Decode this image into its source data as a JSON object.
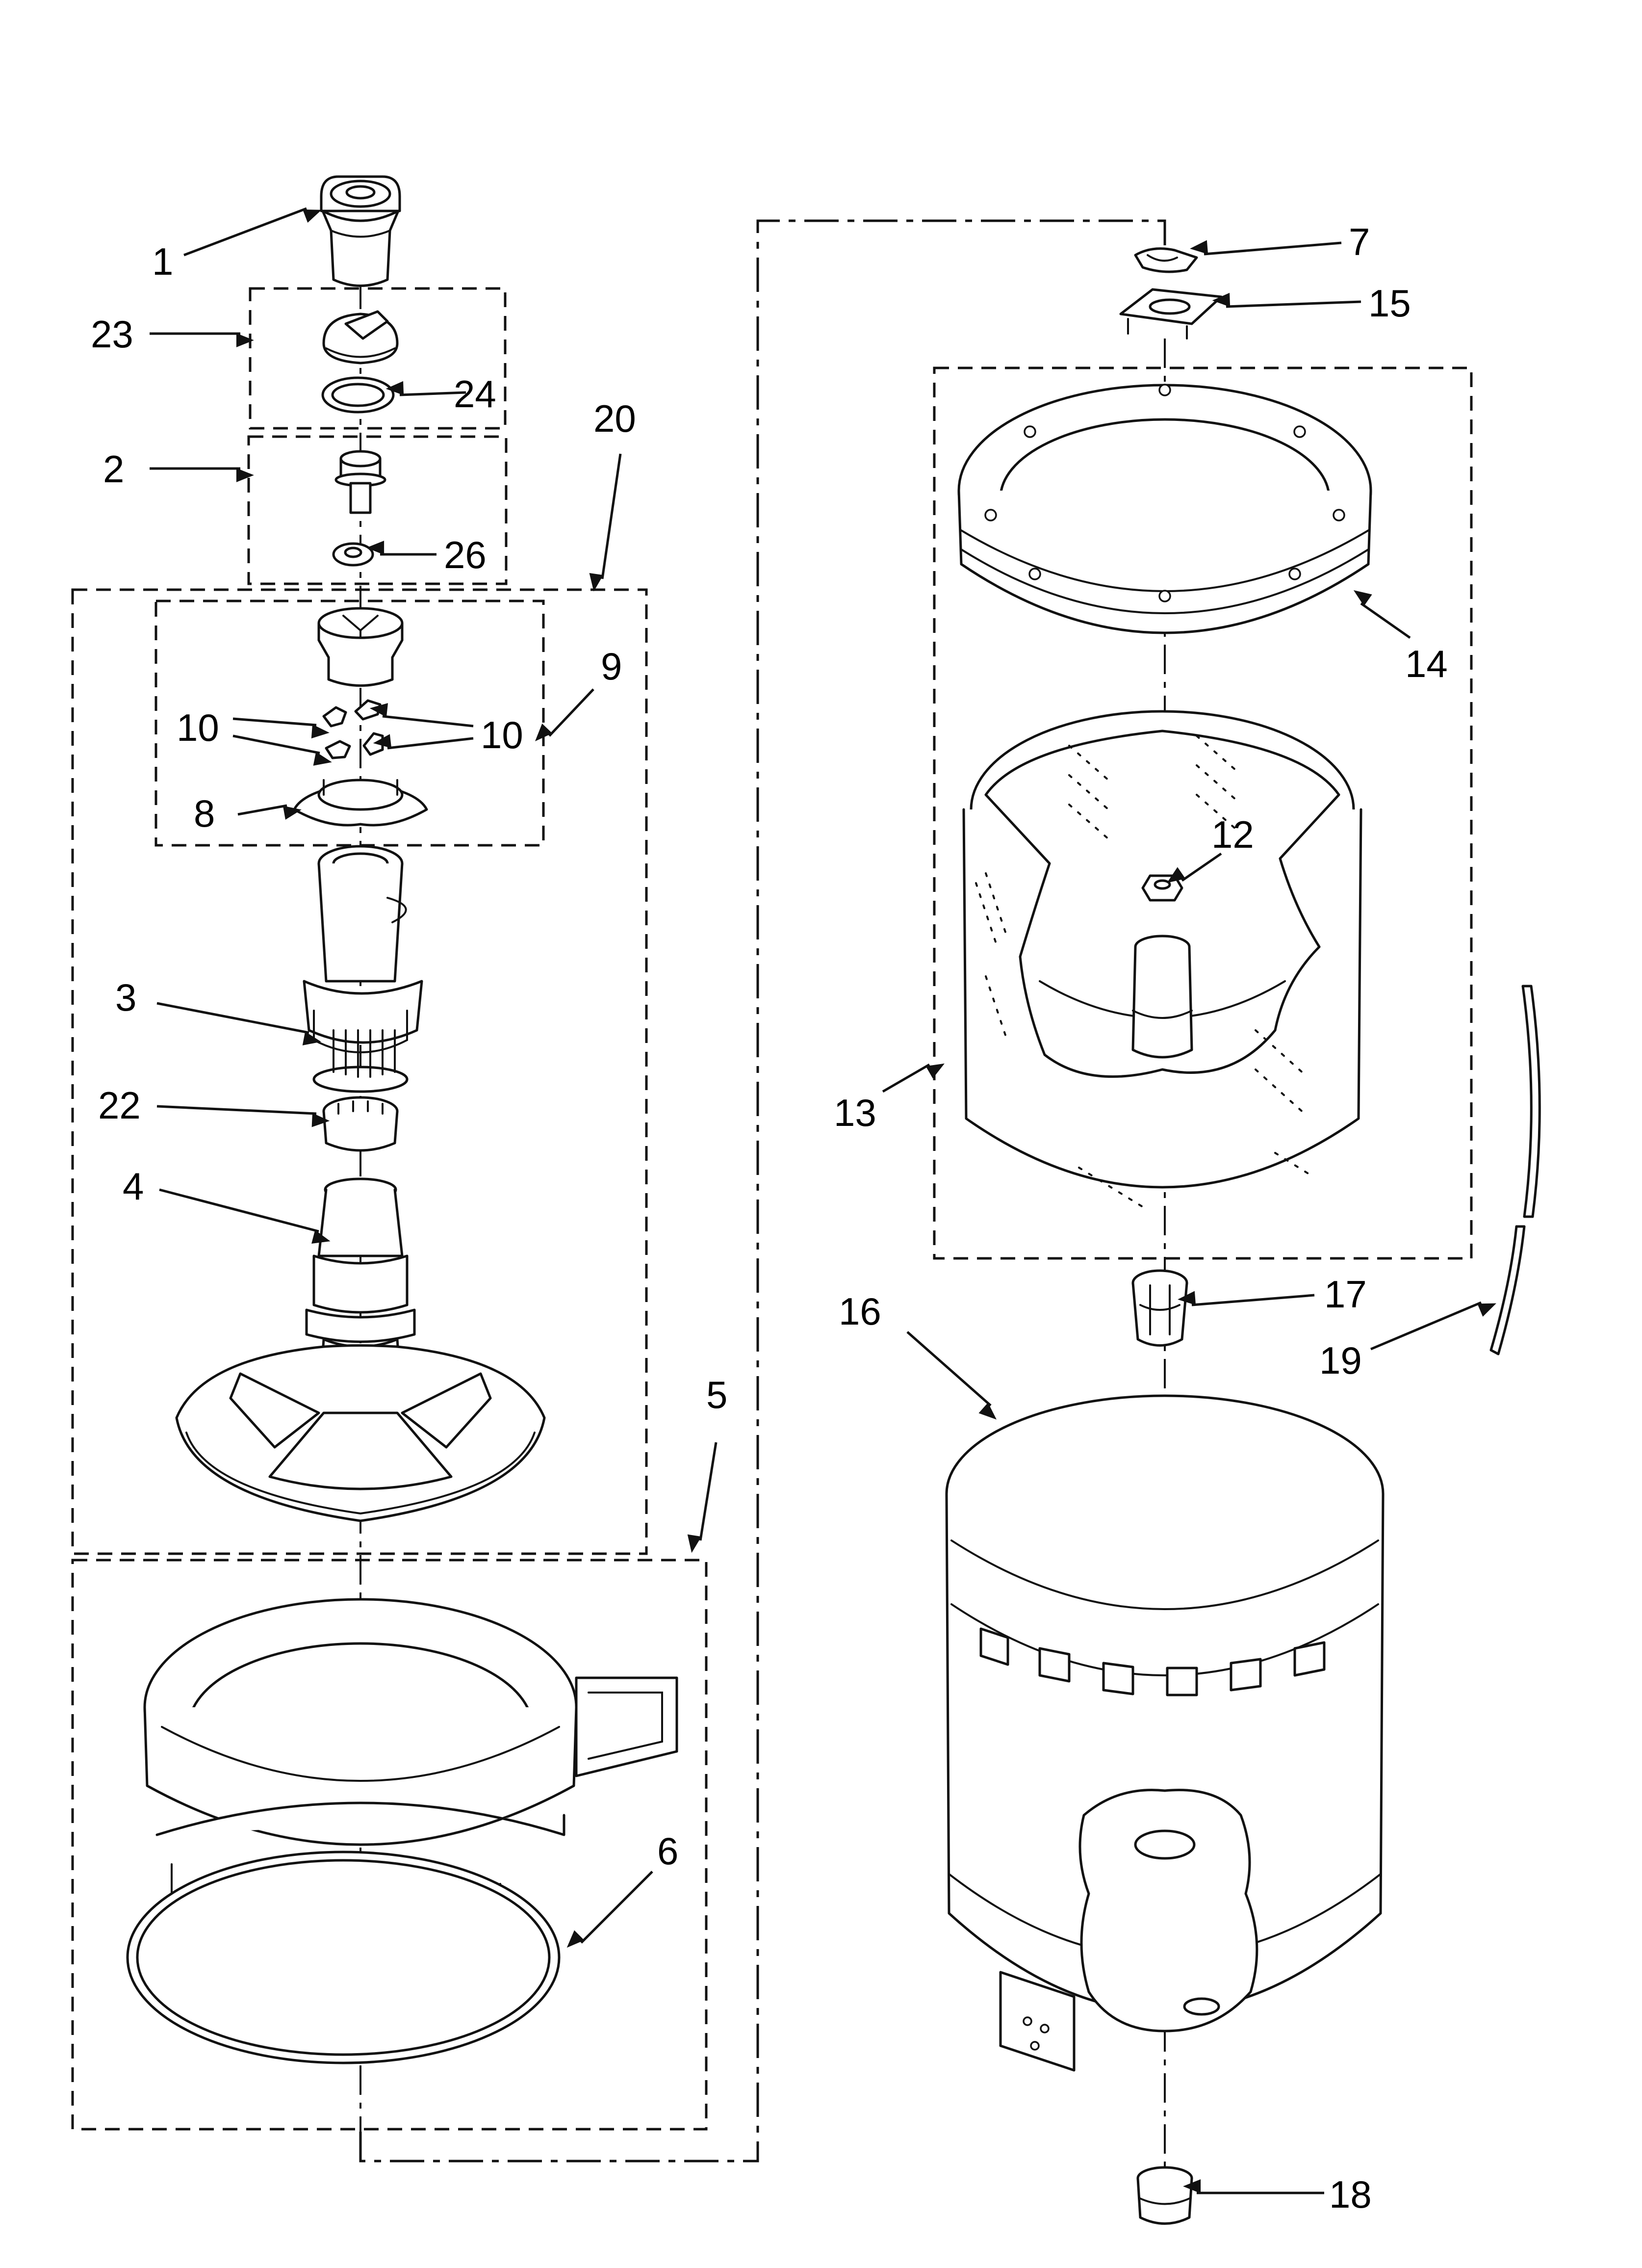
{
  "diagram": {
    "type": "exploded-parts-diagram",
    "colors": {
      "line": "#111111",
      "background": "#ffffff"
    },
    "callouts": [
      {
        "id": "c1",
        "text": "1"
      },
      {
        "id": "c23",
        "text": "23"
      },
      {
        "id": "c24",
        "text": "24"
      },
      {
        "id": "c2",
        "text": "2"
      },
      {
        "id": "c26",
        "text": "26"
      },
      {
        "id": "c20",
        "text": "20"
      },
      {
        "id": "c9",
        "text": "9"
      },
      {
        "id": "c10a",
        "text": "10"
      },
      {
        "id": "c10b",
        "text": "10"
      },
      {
        "id": "c8",
        "text": "8"
      },
      {
        "id": "c3",
        "text": "3"
      },
      {
        "id": "c22",
        "text": "22"
      },
      {
        "id": "c4",
        "text": "4"
      },
      {
        "id": "c5",
        "text": "5"
      },
      {
        "id": "c6",
        "text": "6"
      },
      {
        "id": "c7",
        "text": "7"
      },
      {
        "id": "c15",
        "text": "15"
      },
      {
        "id": "c14",
        "text": "14"
      },
      {
        "id": "c12",
        "text": "12"
      },
      {
        "id": "c13",
        "text": "13"
      },
      {
        "id": "c16",
        "text": "16"
      },
      {
        "id": "c17",
        "text": "17"
      },
      {
        "id": "c19",
        "text": "19"
      },
      {
        "id": "c18",
        "text": "18"
      }
    ]
  }
}
